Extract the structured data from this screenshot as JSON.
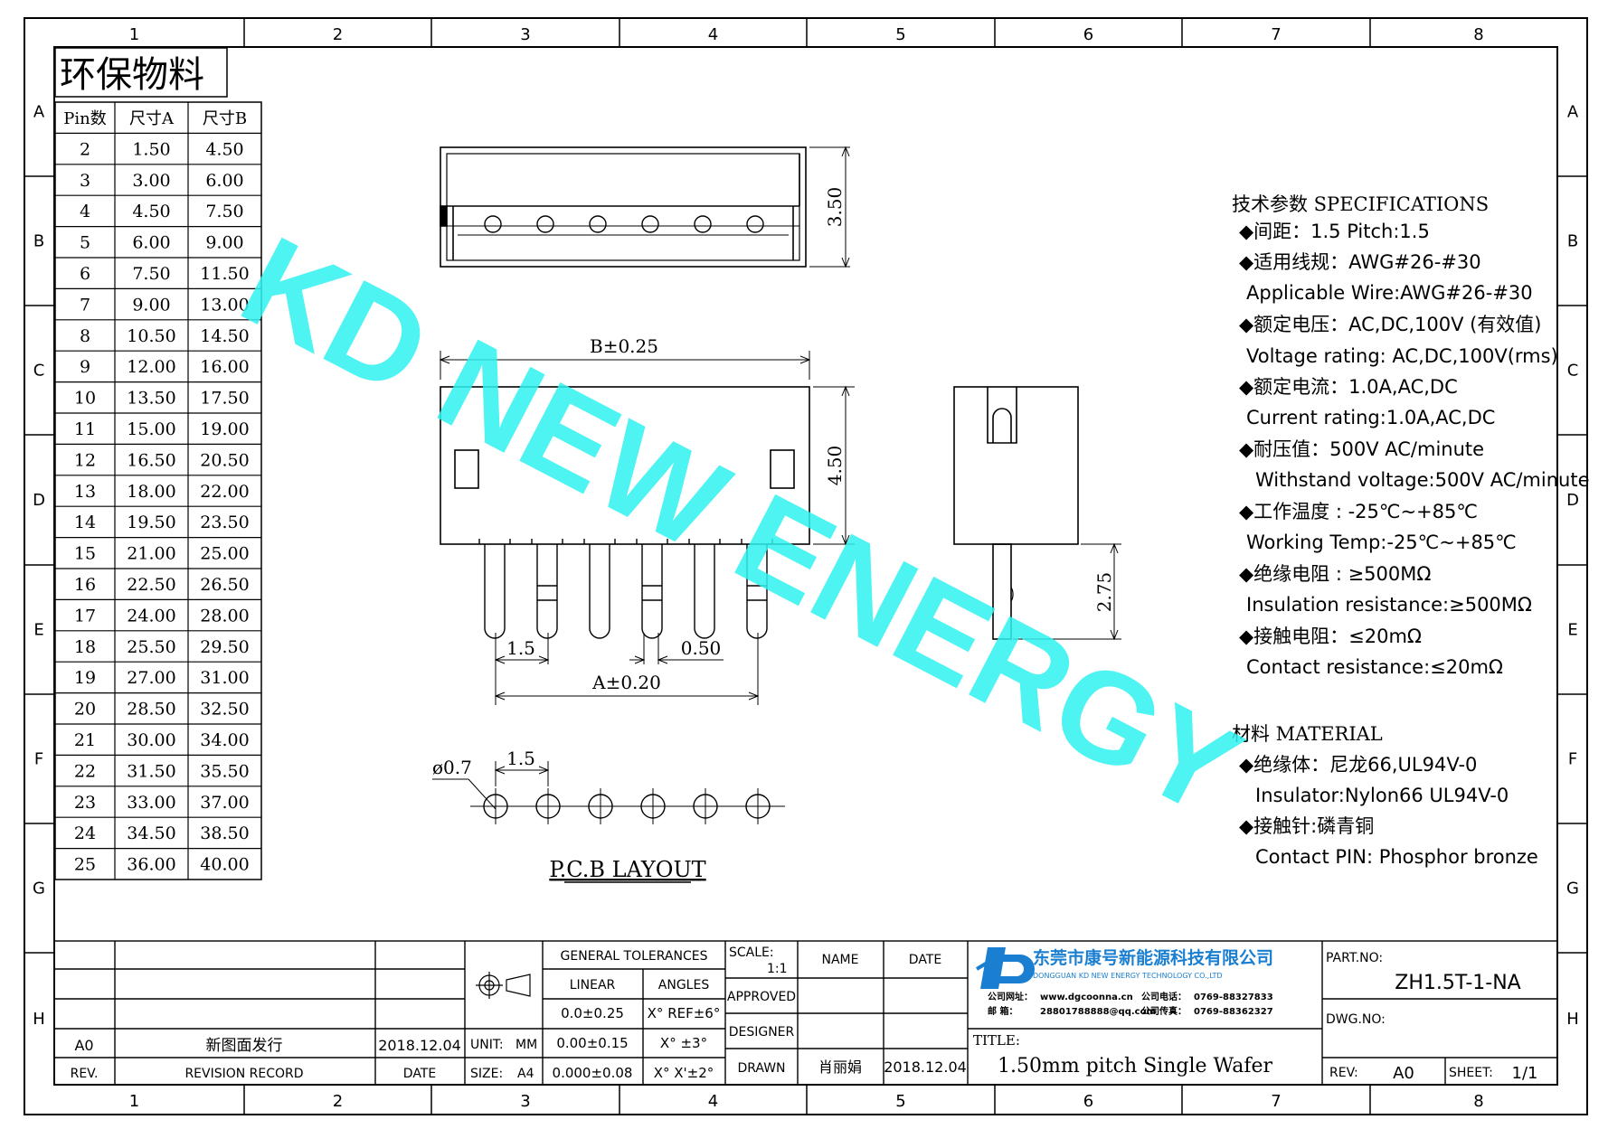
{
  "border": {
    "columns": [
      "1",
      "2",
      "3",
      "4",
      "5",
      "6",
      "7",
      "8"
    ],
    "rows": [
      "A",
      "B",
      "C",
      "D",
      "E",
      "F",
      "G",
      "H"
    ]
  },
  "material_label": "环保物料",
  "pin_table": {
    "headers": [
      "Pin数",
      "尺寸A",
      "尺寸B"
    ],
    "rows": [
      [
        "2",
        "1.50",
        "4.50"
      ],
      [
        "3",
        "3.00",
        "6.00"
      ],
      [
        "4",
        "4.50",
        "7.50"
      ],
      [
        "5",
        "6.00",
        "9.00"
      ],
      [
        "6",
        "7.50",
        "11.50"
      ],
      [
        "7",
        "9.00",
        "13.00"
      ],
      [
        "8",
        "10.50",
        "14.50"
      ],
      [
        "9",
        "12.00",
        "16.00"
      ],
      [
        "10",
        "13.50",
        "17.50"
      ],
      [
        "11",
        "15.00",
        "19.00"
      ],
      [
        "12",
        "16.50",
        "20.50"
      ],
      [
        "13",
        "18.00",
        "22.00"
      ],
      [
        "14",
        "19.50",
        "23.50"
      ],
      [
        "15",
        "21.00",
        "25.00"
      ],
      [
        "16",
        "22.50",
        "26.50"
      ],
      [
        "17",
        "24.00",
        "28.00"
      ],
      [
        "18",
        "25.50",
        "29.50"
      ],
      [
        "19",
        "27.00",
        "31.00"
      ],
      [
        "20",
        "28.50",
        "32.50"
      ],
      [
        "21",
        "30.00",
        "34.00"
      ],
      [
        "22",
        "31.50",
        "35.50"
      ],
      [
        "23",
        "33.00",
        "37.00"
      ],
      [
        "24",
        "34.50",
        "38.50"
      ],
      [
        "25",
        "36.00",
        "40.00"
      ]
    ]
  },
  "dimensions": {
    "top_height": "3.50",
    "b_width": "B±0.25",
    "front_height": "4.50",
    "pitch": "1.5",
    "pin_width": "0.50",
    "a_width": "A±0.20",
    "pin_length": "2.75",
    "hole_dia": "ø0.7",
    "pcb_pitch": "1.5"
  },
  "pcb_title": "P.C.B LAYOUT",
  "watermark": "KD NEW ENERGY",
  "specs": {
    "heading": "技术参数  SPECIFICATIONS",
    "lines": [
      "◆间距：1.5      Pitch:1.5",
      "◆适用线规：AWG#26-#30",
      " Applicable Wire:AWG#26-#30",
      "◆额定电压：AC,DC,100V (有效值)",
      " Voltage rating: AC,DC,100V(rms)",
      "◆额定电流：1.0A,AC,DC",
      " Current rating:1.0A,AC,DC",
      "◆耐压值：500V AC/minute",
      "  Withstand voltage:500V AC/minute",
      "◆工作温度 : -25℃~+85℃",
      " Working Temp:-25℃~+85℃",
      "◆绝缘电阻 : ≥500MΩ",
      " Insulation resistance:≥500MΩ",
      "◆接触电阻：≤20mΩ",
      " Contact resistance:≤20mΩ"
    ],
    "material_heading": "材料  MATERIAL",
    "material_lines": [
      "◆绝缘体：尼龙66,UL94V-0",
      "  Insulator:Nylon66 UL94V-0",
      "◆接触针:磷青铜",
      "  Contact PIN: Phosphor bronze"
    ]
  },
  "title_block": {
    "rev_value": "A0",
    "revision_note": "新图面发行",
    "revision_date": "2018.12.04",
    "rev_label": "REV.",
    "revision_record_label": "REVISION RECORD",
    "date_label": "DATE",
    "general_tolerances": "GENERAL TOLERANCES",
    "linear": "LINEAR",
    "angles": "ANGLES",
    "tol1": "0.0±0.25",
    "tol2": "0.00±0.15",
    "tol3": "0.000±0.08",
    "ang1": "X° REF±6°",
    "ang2": "X° ±3°",
    "ang3": "X° X'±2°",
    "unit_label": "UNIT:",
    "unit_value": "MM",
    "size_label": "SIZE:",
    "size_value": "A4",
    "scale_label": "SCALE:",
    "scale_value": "1:1",
    "approved": "APPROVED",
    "designer": "DESIGNER",
    "drawn": "DRAWN",
    "name_label": "NAME",
    "date_col_label": "DATE",
    "drawn_name": "肖丽娟",
    "drawn_date": "2018.12.04",
    "company_cn": "东莞市康号新能源科技有限公司",
    "company_en": "DONGGUAN KD NEW ENERGY TECHNOLOGY CO.,LTD",
    "website_label": "公司网址：",
    "website": "www.dgcoonna.cn",
    "phone_label": "公司电话：",
    "phone": "0769-88327833",
    "email_label": "邮    箱：",
    "email": "28801788888@qq.com",
    "fax_label": "公司传真：",
    "fax": "0769-88362327",
    "title_label": "TITLE:",
    "title": "1.50mm pitch Single Wafer",
    "part_no_label": "PART.NO:",
    "part_no": "ZH1.5T-1-NA",
    "dwg_no_label": "DWG.NO:",
    "rev2_label": "REV:",
    "rev2_value": "A0",
    "sheet_label": "SHEET:",
    "sheet_value": "1/1"
  },
  "colors": {
    "watermark": "#2ef2f0",
    "line": "#000000",
    "logo": "#1a7fd1"
  }
}
